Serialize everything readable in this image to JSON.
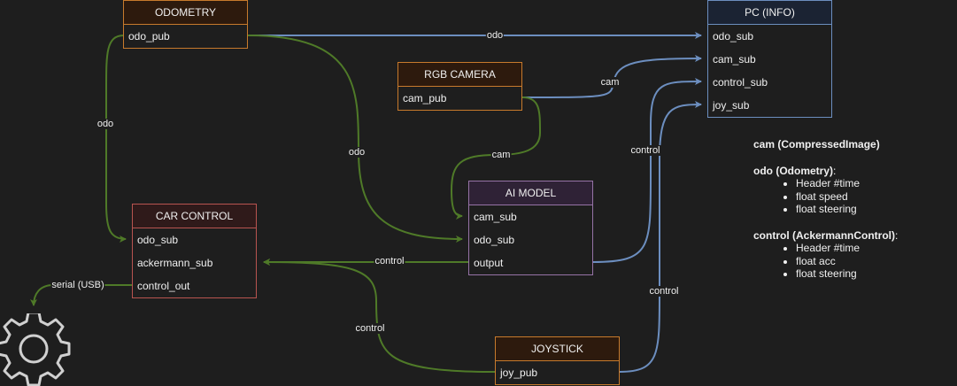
{
  "nodes": {
    "odometry": {
      "title": "ODOMETRY",
      "rows": [
        "odo_pub"
      ]
    },
    "rgb_camera": {
      "title": "RGB CAMERA",
      "rows": [
        "cam_pub"
      ]
    },
    "pc_info": {
      "title": "PC (INFO)",
      "rows": [
        "odo_sub",
        "cam_sub",
        "control_sub",
        "joy_sub"
      ]
    },
    "ai_model": {
      "title": "AI MODEL",
      "rows": [
        "cam_sub",
        "odo_sub",
        "output"
      ]
    },
    "car_control": {
      "title": "CAR CONTROL",
      "rows": [
        "odo_sub",
        "ackermann_sub",
        "control_out"
      ]
    },
    "joystick": {
      "title": "JOYSTICK",
      "rows": [
        "joy_pub"
      ]
    }
  },
  "edge_labels": {
    "odo_to_pc": "odo",
    "odo_to_car": "odo",
    "odo_to_ai": "odo",
    "cam_to_pc": "cam",
    "cam_to_ai": "cam",
    "ai_to_pc": "control",
    "ai_to_car": "control",
    "joy_to_car": "control",
    "joy_to_pc": "control",
    "car_to_device": "serial (USB)"
  },
  "legend": {
    "cam_title": "cam (CompressedImage)",
    "odo_title": "odo (Odometry)",
    "odo_colon": ":",
    "odo_fields": [
      "Header #time",
      "float speed",
      "float steering"
    ],
    "control_title": "control (AckermannControl)",
    "control_colon": ":",
    "control_fields": [
      "Header #time",
      "float acc",
      "float steering"
    ]
  },
  "icons": {
    "device": "gear-icon"
  },
  "colors": {
    "background": "#1e1e1e",
    "edge_blue": "#6c8ebf",
    "edge_green": "#4f7a28",
    "orange_border": "#c77a2c",
    "blue_border": "#6c8ebf",
    "purple_border": "#9673a6",
    "red_border": "#b85450"
  }
}
